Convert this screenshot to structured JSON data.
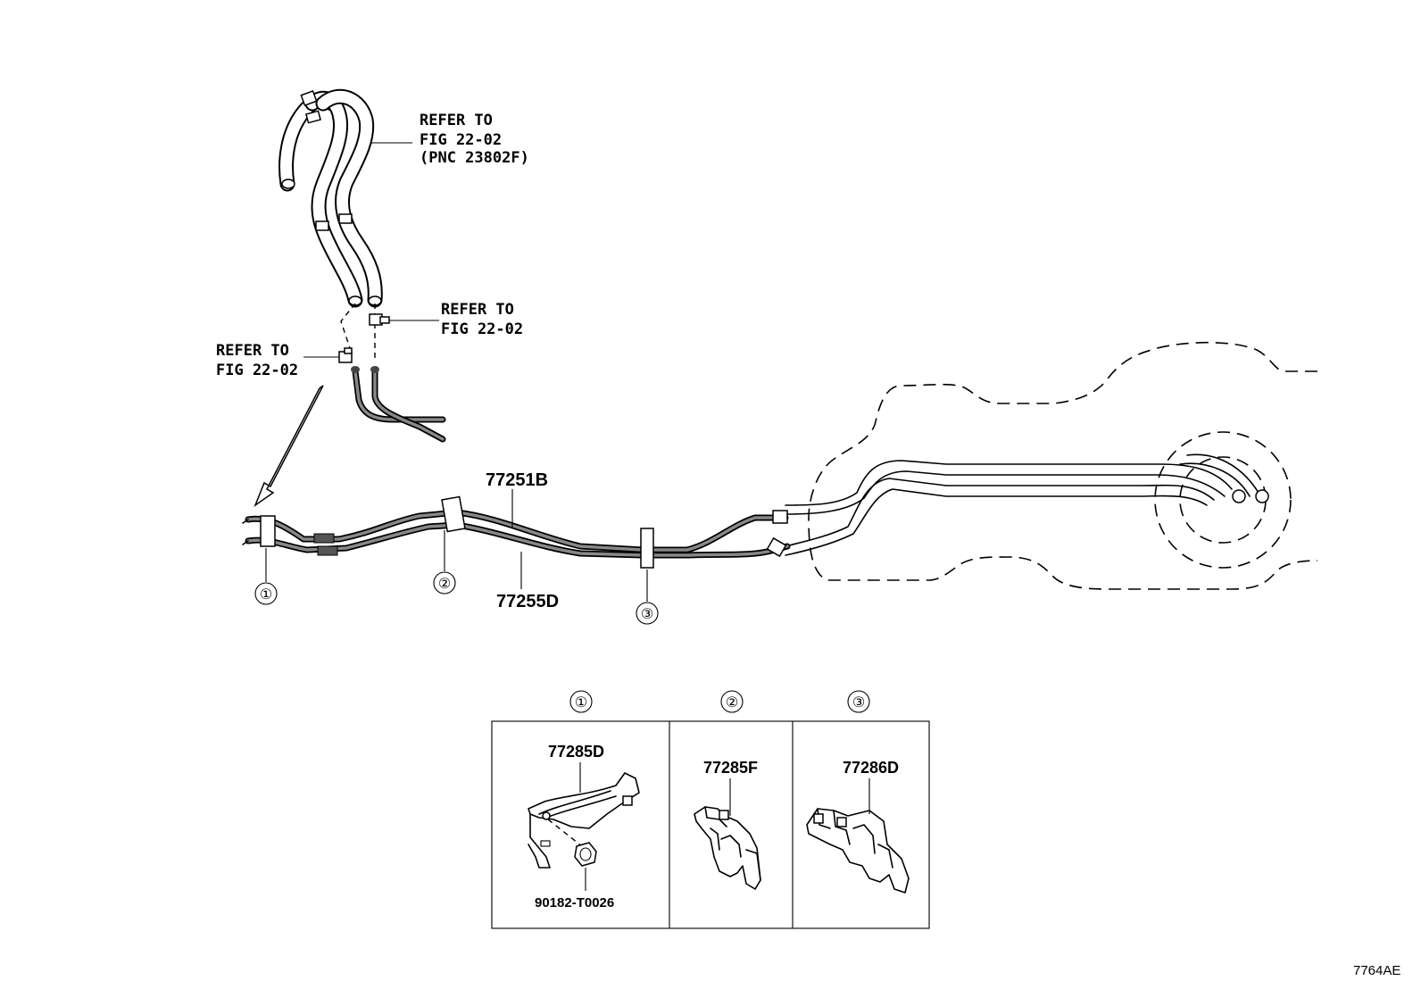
{
  "refs": {
    "top_line1": "REFER TO",
    "top_line2": "FIG 22-02",
    "top_line3": "(PNC 23802F)",
    "mid_line1": "REFER TO",
    "mid_line2": "FIG 22-02",
    "left_line1": "REFER TO",
    "left_line2": "FIG 22-02"
  },
  "parts": {
    "tube_upper": "77251B",
    "tube_lower": "77255D",
    "clamp1": "77285D",
    "clamp2": "77285F",
    "clamp3": "77286D",
    "nut": "90182-T0026"
  },
  "callouts": {
    "c1": "①",
    "c2": "②",
    "c3": "③"
  },
  "detail_headers": {
    "d1": "①",
    "d2": "②",
    "d3": "③"
  },
  "diagram_code": "7764AE"
}
